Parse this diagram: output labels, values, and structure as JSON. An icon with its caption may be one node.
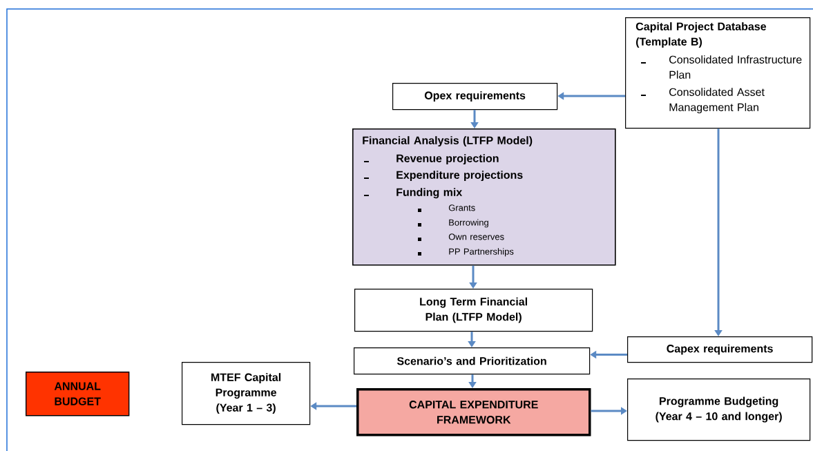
{
  "diagram": {
    "nodes": [
      {
        "text": [
          "Capital Project Database (Template B)",
          "Consolidated Infrastructure Plan",
          "Consolidated Asset Management Plan"
        ]
      },
      {
        "text": [
          "Opex requirements"
        ]
      },
      {
        "text": [
          "Financial Analysis (LTFP Model)",
          "Revenue projection",
          "Expenditure projections",
          "Funding mix",
          "Grants",
          "Borrowing",
          "Own reserves",
          "PP Partnerships"
        ]
      },
      {
        "text": [
          "Long Term Financial Plan (LTFP Model)"
        ]
      },
      {
        "text": [
          "Capex requirements"
        ]
      },
      {
        "text": [
          "Scenario’s and Prioritization"
        ]
      },
      {
        "text": [
          "ANNUAL BUDGET"
        ]
      },
      {
        "text": [
          "MTEF Capital Programme (Year 1 – 3)"
        ]
      },
      {
        "text": [
          "CAPITAL EXPENDITURE FRAMEWORK"
        ]
      },
      {
        "text": [
          "Programme Budgeting (Year 4 – 10 and longer)"
        ]
      }
    ],
    "edges": [
      {
        "from": 0,
        "to": 1,
        "arrow": "to"
      },
      {
        "from": 1,
        "to": 2,
        "arrow": "to"
      },
      {
        "from": 2,
        "to": 3,
        "arrow": "to"
      },
      {
        "from": 0,
        "to": 4,
        "arrow": "to"
      },
      {
        "from": 3,
        "to": 5,
        "arrow": "to"
      },
      {
        "from": 4,
        "to": 5,
        "arrow": "to"
      },
      {
        "from": 5,
        "to": 8,
        "arrow": "to"
      },
      {
        "from": 8,
        "to": 7,
        "arrow": "to"
      },
      {
        "from": 8,
        "to": 9,
        "arrow": "to"
      }
    ]
  }
}
